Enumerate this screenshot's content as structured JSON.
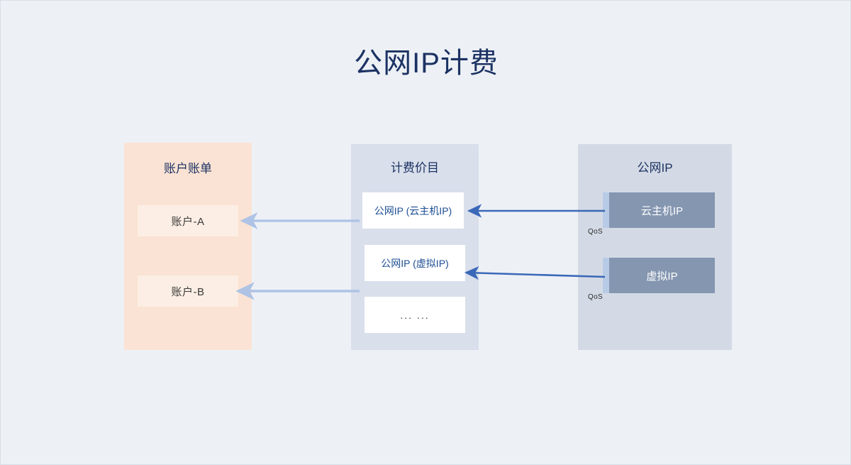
{
  "page": {
    "title": "公网IP计费",
    "background_color": "#edf1f6",
    "title_color": "#1c3263"
  },
  "panels": {
    "billing": {
      "title": "账户账单",
      "color": "#fae3d4",
      "cards": [
        {
          "label": "账户-A",
          "name": "account-card-a"
        },
        {
          "label": "账户-B",
          "name": "account-card-b"
        }
      ]
    },
    "pricing": {
      "title": "计费价目",
      "color": "#d9dfeb",
      "cards": [
        {
          "label": "公网IP (云主机IP)",
          "name": "pricing-card-host"
        },
        {
          "label": "公网IP (虚拟IP)",
          "name": "pricing-card-virtual"
        },
        {
          "label": "... ...",
          "name": "pricing-card-more"
        }
      ]
    },
    "publicip": {
      "title": "公网IP",
      "color": "#d4dae5",
      "boxes": [
        {
          "label": "云主机IP",
          "qos_label": "QoS",
          "name": "ip-box-host"
        },
        {
          "label": "虚拟IP",
          "qos_label": "QoS",
          "name": "ip-box-virtual"
        }
      ]
    }
  },
  "arrows": [
    {
      "name": "arrow-pricing-to-account-a",
      "color": "#aec3e5",
      "from": "公网IP (云主机IP)",
      "to": "账户-A"
    },
    {
      "name": "arrow-pricing-to-account-b",
      "color": "#aec3e5",
      "from": "公网IP (虚拟IP)",
      "to": "账户-B"
    },
    {
      "name": "arrow-host-ip-to-pricing",
      "color": "#3a68b8",
      "from": "云主机IP",
      "to": "公网IP (云主机IP)"
    },
    {
      "name": "arrow-virtual-ip-to-pricing",
      "color": "#3a68b8",
      "from": "虚拟IP",
      "to": "公网IP (虚拟IP)"
    }
  ]
}
